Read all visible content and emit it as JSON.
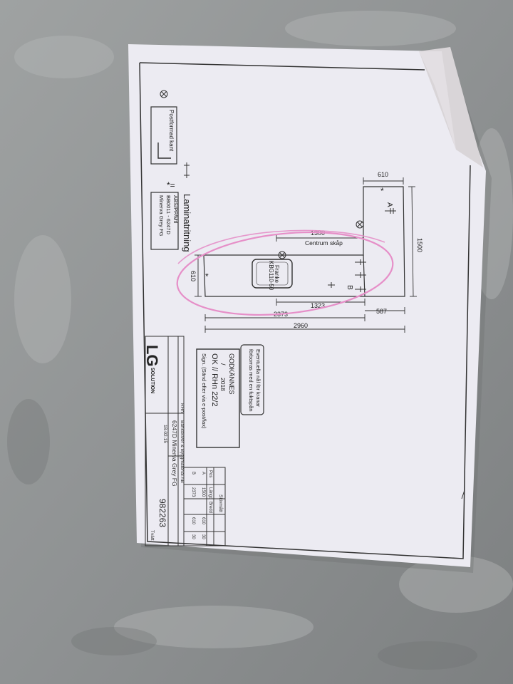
{
  "drawing": {
    "title": "Laminatritning",
    "dims": {
      "top_610": "610",
      "right_1500": "1500",
      "centrum_1300": "1300",
      "centrum_label": "Centrum skåp",
      "left_610": "610",
      "d_1323": "1323",
      "d_587": "587",
      "d_2373": "2373",
      "d_2960": "2960"
    },
    "sink": {
      "brand": "Franke",
      "model": "KBG110-50"
    },
    "labels": {
      "a": "A",
      "b": "B"
    },
    "profile": {
      "label": "Postformad kant"
    },
    "material": {
      "line1": "ABS/PP/Mtl",
      "line2": "BB0011 - 6247D",
      "line3": "Minerva Grey FG"
    },
    "note": {
      "line1": "Eventuella nål för kranar",
      "line2": "förborras med en fuktspån"
    },
    "approval": {
      "title": "GODKÄNNES",
      "slash": "/",
      "year": "2018",
      "handwritten": "OK // RHn 22/2",
      "sign_label": "Sign. (Sänd efter via e-post/fax)"
    },
    "title_block": {
      "logo": "LG",
      "logo_sub": "SOLUTION",
      "customer": "Bänkskivor & Byggmaterial AB",
      "product": "6247D Minerva Grey FG",
      "date": "18-02-15",
      "order_no": "982263",
      "sign": "RHn",
      "tvatt": "Tvätt",
      "table_title": "Skivmått",
      "headers": [
        "Pos",
        "Längd",
        "Bredd",
        ""
      ],
      "rows": [
        [
          "A",
          "1500",
          "610",
          "30"
        ],
        [
          "B",
          "2373",
          "610",
          "30"
        ]
      ]
    }
  }
}
